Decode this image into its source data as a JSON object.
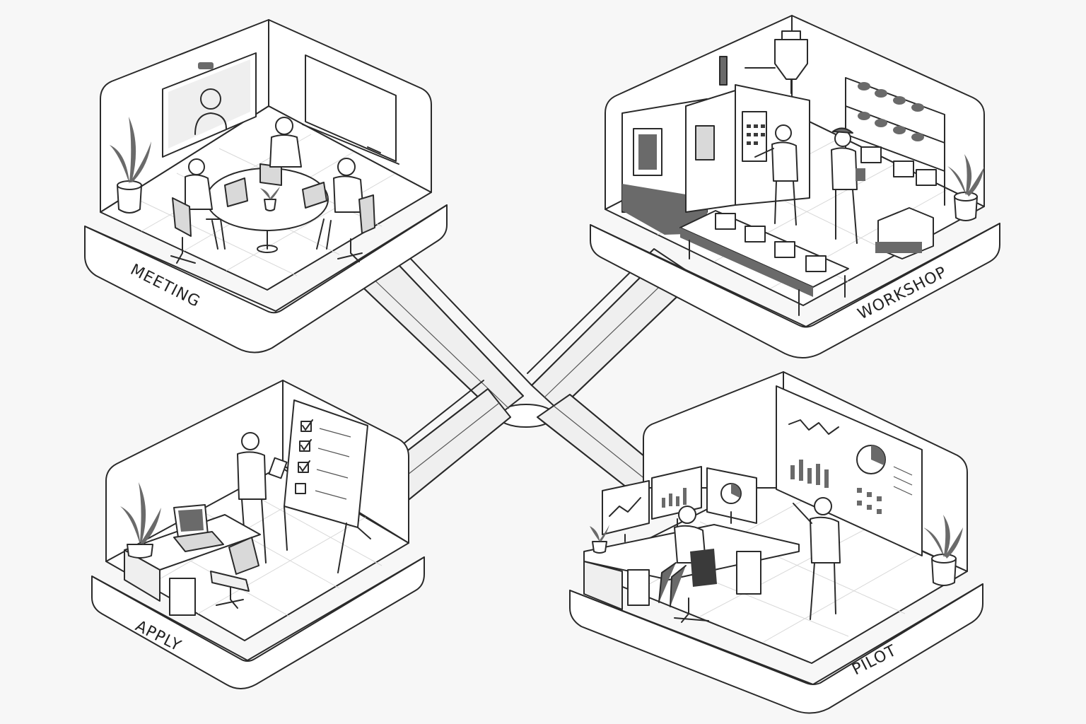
{
  "zones": {
    "meeting": {
      "label": "MEETING"
    },
    "workshop": {
      "label": "WORKSHOP"
    },
    "apply": {
      "label": "APPLY"
    },
    "pilot": {
      "label": "PILOT"
    }
  },
  "checklist": {
    "checked": 3,
    "total": 4
  },
  "icons": {
    "avatar": "person-avatar-icon",
    "plant": "potted-plant-icon",
    "chart": "line-chart-icon",
    "pie": "pie-chart-icon"
  }
}
